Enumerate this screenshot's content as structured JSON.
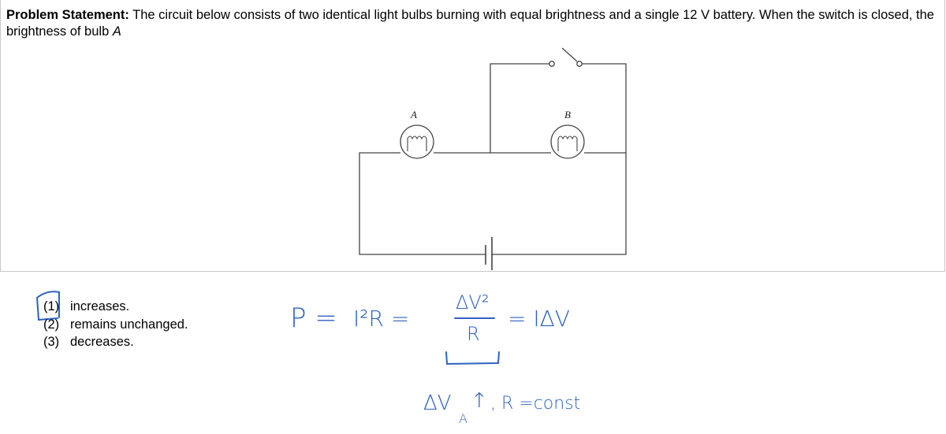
{
  "problem": {
    "label": "Problem Statement:",
    "text_before_italic": " The circuit below consists of two identical light bulbs burning with equal brightness and a single 12 V battery. When the switch is closed, the brightness of bulb ",
    "italic": "A"
  },
  "circuit": {
    "bulb_a_label": "A",
    "bulb_b_label": "B"
  },
  "options": [
    {
      "num": "(1)",
      "text": "increases.",
      "selected": true
    },
    {
      "num": "(2)",
      "text": "remains unchanged."
    },
    {
      "num": "(3)",
      "text": "decreases."
    }
  ],
  "annotations": {
    "equation": "P = I²R = ΔV²/R = IΔV",
    "eq_p": "P =",
    "eq_i2r": "I²R =",
    "eq_num": "ΔV²",
    "eq_den": "R",
    "eq_ri": "= IΔV",
    "note": "ΔV_A↑ , R = const",
    "note_dv": "ΔV",
    "note_sub": "A",
    "note_arrow": "↑",
    "note_rest": ", R =const",
    "ink_color": "#2f62c0"
  }
}
